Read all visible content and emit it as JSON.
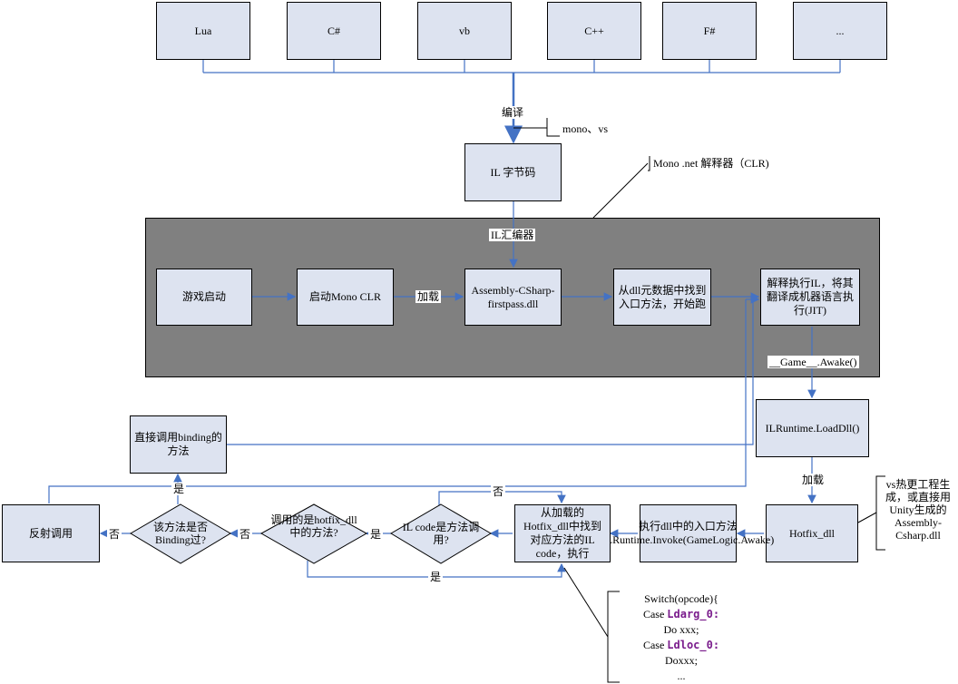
{
  "languages": [
    "Lua",
    "C#",
    "vb",
    "C++",
    "F#",
    "..."
  ],
  "compile_label": "编译",
  "compile_note": "mono、vs",
  "il_box": "IL 字节码",
  "clr_note": "Mono .net 解释器（CLR)",
  "il_assembler": "IL汇编器",
  "pipeline": {
    "start": "游戏启动",
    "start_clr": "启动Mono CLR",
    "load_label": "加载",
    "assembly": "Assembly-CSharp-firstpass.dll",
    "find_entry": "从dll元数据中找到入口方法，开始跑",
    "jit": "解释执行IL，将其翻译成机器语言执行(JIT)"
  },
  "awake_label": "__Game__.Awake()",
  "load_dll": "ILRuntime.LoadDll()",
  "load_label2": "加载",
  "hotfix_dll": "Hotfix_dll",
  "hotfix_note": "vs热更工程生成，或直接用Unity生成的Assembly-Csharp.dll",
  "invoke_box": "执行dll中的入口方法ILRuntime.Invoke(GameLogic.Awake)",
  "find_il": "从加载的Hotfix_dll中找到对应方法的IL code，执行",
  "decisions": {
    "is_call": "IL code是方法调用?",
    "is_hotfix": "调用的是hotfix_dll中的方法?",
    "is_binding": "该方法是否Binding过?"
  },
  "yes": "是",
  "no": "否",
  "reflection": "反射调用",
  "binding_call": "直接调用binding的方法",
  "code": {
    "l1": "Switch(opcode){",
    "l2a": "Case ",
    "l2b": "Ldarg_0:",
    "l3": "Do xxx;",
    "l4a": "Case ",
    "l4b": "Ldloc_0:",
    "l5": "Doxxx;",
    "l6": "..."
  }
}
